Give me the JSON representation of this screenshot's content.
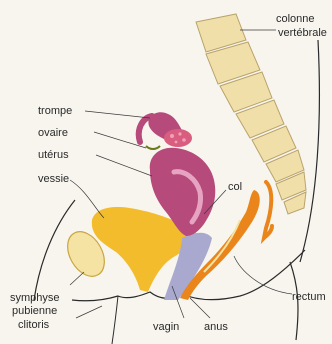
{
  "labels": {
    "colonne": "colonne",
    "vertebrale": "vertébrale",
    "trompe": "trompe",
    "ovaire": "ovaire",
    "uterus": "utérus",
    "vessie": "vessie",
    "col": "col",
    "rectum": "rectum",
    "symphyse": "symphyse",
    "pubienne": "pubienne",
    "clitoris": "clitoris",
    "vagin": "vagin",
    "anus": "anus"
  },
  "colors": {
    "background": "#f7f5ee",
    "body_outline": "#2a2a2a",
    "spine_fill": "#f1dfaa",
    "spine_stroke": "#b9a36a",
    "uterus_fill": "#b64a7a",
    "uterus_inner": "#e7a4c2",
    "ovary_fill": "#d95d7f",
    "bladder_fill": "#f3bc2c",
    "symphysis_fill": "#f5e3a4",
    "vagina_fill": "#a9a8cf",
    "rectum_fill": "#e9851a"
  }
}
